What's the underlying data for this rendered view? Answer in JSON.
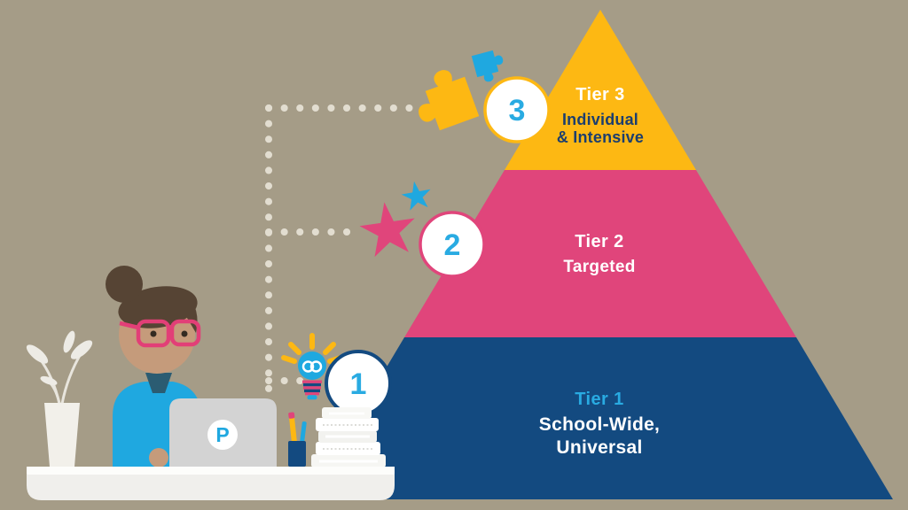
{
  "canvas": {
    "background": "#a59c87"
  },
  "pyramid": {
    "tiers": [
      {
        "number": "3",
        "title": "Tier 3",
        "subtitle_lines": [
          "Individual",
          "& Intensive"
        ],
        "fill": "#fdb813",
        "title_color": "#ffffff",
        "subtitle_color": "#1c3e6e"
      },
      {
        "number": "2",
        "title": "Tier 2",
        "subtitle_lines": [
          "Targeted"
        ],
        "fill": "#e0457b",
        "title_color": "#ffffff",
        "subtitle_color": "#ffffff"
      },
      {
        "number": "1",
        "title": "Tier 1",
        "subtitle_lines": [
          "School-Wide,",
          "Universal"
        ],
        "fill": "#134a80",
        "title_color": "#29abe2",
        "subtitle_color": "#ffffff"
      }
    ]
  },
  "markers": [
    {
      "number": "3",
      "border": "#fdb813",
      "number_color": "#29abe2",
      "fill": "#ffffff"
    },
    {
      "number": "2",
      "border": "#e0457b",
      "number_color": "#29abe2",
      "fill": "#ffffff"
    },
    {
      "number": "1",
      "border": "#134a80",
      "number_color": "#29abe2",
      "fill": "#ffffff"
    }
  ],
  "decorations": {
    "dotted_line_color": "#e2ddd0",
    "puzzle_large_color": "#fdb813",
    "puzzle_small_color": "#1fa8e0",
    "star_large_color": "#e0457b",
    "star_small_color": "#1fa8e0",
    "lightbulb_color": "#1fa8e0",
    "lightbulb_ray_color": "#fdb813",
    "lightbulb_stripe_pink": "#e0457b",
    "lightbulb_stripe_navy": "#134a80",
    "filament_color": "#ffffff"
  },
  "person": {
    "shirt_color": "#1fa8e0",
    "skin_color": "#c59b7b",
    "hair_color": "#564434",
    "glasses_color": "#e23f77",
    "collar_color": "#2b5c72"
  },
  "laptop": {
    "logo_letter": "P",
    "logo_color": "#1fa8e0",
    "body_color": "#d3d3d3"
  }
}
